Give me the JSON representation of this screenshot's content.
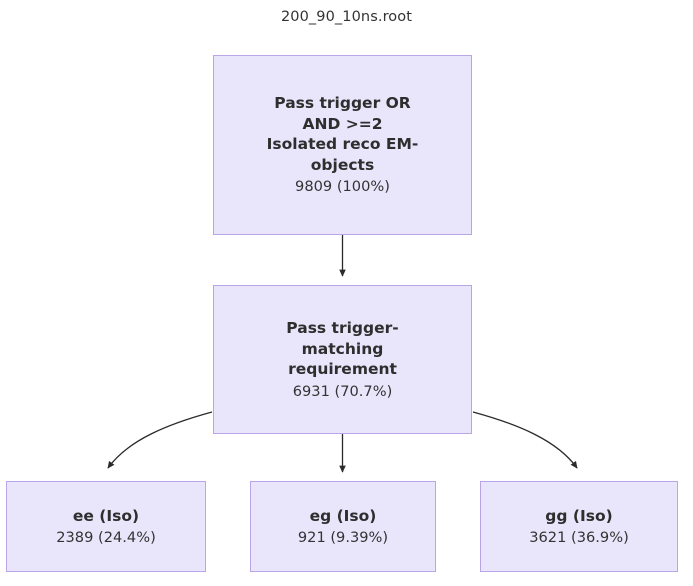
{
  "title": "200_90_10ns.root",
  "colors": {
    "node_fill": "#e9e6fb",
    "node_border": "#b9a5e8",
    "text": "#333333",
    "edge": "#2b2b2b",
    "background": "#ffffff"
  },
  "nodes": {
    "root": {
      "label": "Pass trigger OR\nAND >=2\nIsolated reco EM-\nobjects",
      "count": "9809 (100%)"
    },
    "match": {
      "label": "Pass trigger-\nmatching\nrequirement",
      "count": "6931 (70.7%)"
    },
    "ee": {
      "label": "ee (Iso)",
      "count": "2389 (24.4%)"
    },
    "eg": {
      "label": "eg (Iso)",
      "count": "921 (9.39%)"
    },
    "gg": {
      "label": "gg (Iso)",
      "count": "3621 (36.9%)"
    }
  },
  "edges": [
    {
      "from": "root",
      "to": "match",
      "style": "straight-arrow"
    },
    {
      "from": "match",
      "to": "ee",
      "style": "curved-arrow"
    },
    {
      "from": "match",
      "to": "eg",
      "style": "straight-arrow"
    },
    {
      "from": "match",
      "to": "gg",
      "style": "curved-arrow"
    }
  ],
  "chart_data": {
    "type": "diagram",
    "title": "200_90_10ns.root",
    "flow": "cutflow",
    "steps": [
      {
        "name": "Pass trigger OR AND >=2 Isolated reco EM-objects",
        "count": 9809,
        "percent": 100
      },
      {
        "name": "Pass trigger-matching requirement",
        "count": 6931,
        "percent": 70.7
      }
    ],
    "leaves": [
      {
        "name": "ee (Iso)",
        "count": 2389,
        "percent": 24.4
      },
      {
        "name": "eg (Iso)",
        "count": 921,
        "percent": 9.39
      },
      {
        "name": "gg (Iso)",
        "count": 3621,
        "percent": 36.9
      }
    ]
  }
}
